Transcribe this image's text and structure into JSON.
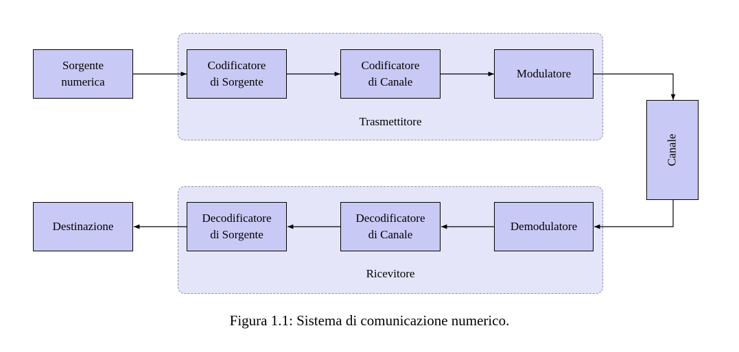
{
  "diagram": {
    "groups": {
      "transmitter_label": "Trasmettitore",
      "receiver_label": "Ricevitore"
    },
    "blocks": {
      "source": "Sorgente\nnumerica",
      "source_encoder": "Codificatore\ndi Sorgente",
      "channel_encoder": "Codificatore\ndi Canale",
      "modulator": "Modulatore",
      "channel": "Canale",
      "demodulator": "Demodulatore",
      "channel_decoder": "Decodificatore\ndi Canale",
      "source_decoder": "Decodificatore\ndi Sorgente",
      "destination": "Destinazione"
    },
    "colors": {
      "block_fill": "#c9c9f5",
      "group_fill": "#e5e5fa",
      "group_border": "#8c8ca8"
    }
  },
  "caption": "Figura 1.1: Sistema di comunicazione numerico."
}
